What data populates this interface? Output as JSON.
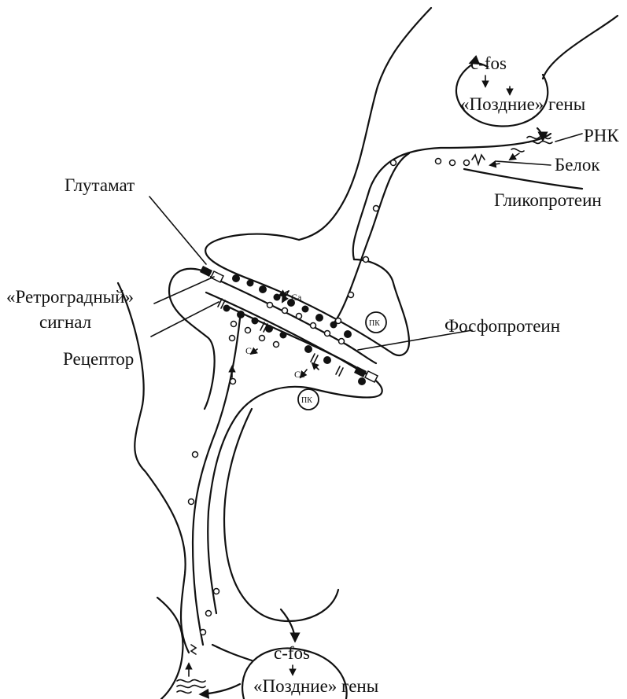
{
  "labels": {
    "cfos_top": "c-fos",
    "late_genes_top": "«Поздние» гены",
    "rna": "РНК",
    "protein": "Белок",
    "glycoprotein": "Гликопротеин",
    "glutamate": "Глутамат",
    "retrograde_1": "«Ретроградный»",
    "retrograde_2": "сигнал",
    "receptor": "Рецептор",
    "phosphoprotein": "Фосфопротеин",
    "ca_1": "Ca",
    "ca_2": "Ca",
    "ca_3": "Ca",
    "pk_1": "ПК",
    "pk_2": "ПК",
    "cfos_bottom": "c-fos",
    "late_genes_bottom": "«Поздние» гены"
  }
}
